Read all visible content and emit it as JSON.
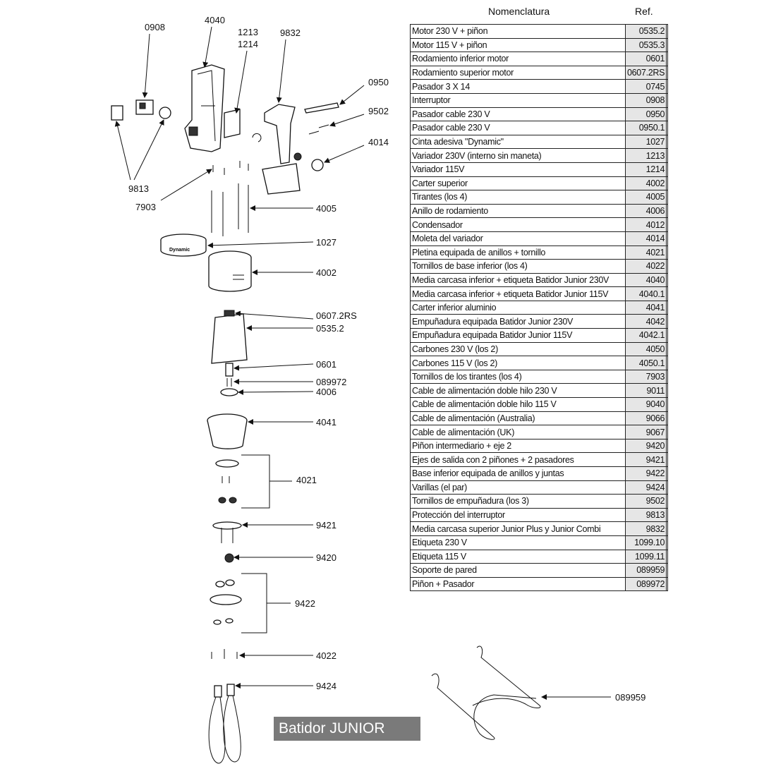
{
  "table": {
    "header_name": "Nomenclatura",
    "header_ref": "Ref.",
    "rows": [
      {
        "name": "Motor 230 V + piñon",
        "ref": "0535.2"
      },
      {
        "name": "Motor 115 V + piñon",
        "ref": "0535.3"
      },
      {
        "name": "Rodamiento inferior motor",
        "ref": "0601"
      },
      {
        "name": "Rodamiento superior motor",
        "ref": "0607.2RS"
      },
      {
        "name": "Pasador 3 X 14",
        "ref": "0745"
      },
      {
        "name": "Interruptor",
        "ref": "0908"
      },
      {
        "name": "Pasador cable 230 V",
        "ref": "0950"
      },
      {
        "name": "Pasador cable 230 V",
        "ref": "0950.1"
      },
      {
        "name": "Cinta adesiva \"Dynamic\"",
        "ref": "1027"
      },
      {
        "name": "Variador 230V (interno sin maneta)",
        "ref": "1213"
      },
      {
        "name": "Variador 115V",
        "ref": "1214"
      },
      {
        "name": "Carter superior",
        "ref": "4002"
      },
      {
        "name": "Tirantes (los 4)",
        "ref": "4005"
      },
      {
        "name": "Anillo de rodamiento",
        "ref": "4006"
      },
      {
        "name": "Condensador",
        "ref": "4012"
      },
      {
        "name": "Moleta del variador",
        "ref": "4014"
      },
      {
        "name": "Pletina equipada de anillos + tornillo",
        "ref": "4021"
      },
      {
        "name": "Tornillos de base inferior (los 4)",
        "ref": "4022"
      },
      {
        "name": "Media carcasa inferior + etiqueta   Batidor Junior 230V",
        "ref": "4040"
      },
      {
        "name": "Media carcasa inferior + etiqueta   Batidor Junior 115V",
        "ref": "4040.1"
      },
      {
        "name": "Carter inferior aluminio",
        "ref": "4041"
      },
      {
        "name": "Empuñadura equipada Batidor Junior 230V",
        "ref": "4042"
      },
      {
        "name": "Empuñadura equipada Batidor Junior 115V",
        "ref": "4042.1"
      },
      {
        "name": "Carbones 230 V (los 2)",
        "ref": "4050"
      },
      {
        "name": "Carbones 115 V (los 2)",
        "ref": "4050.1"
      },
      {
        "name": "Tornillos de los tirantes (los 4)",
        "ref": "7903"
      },
      {
        "name": "Cable de alimentación doble hilo 230 V",
        "ref": "9011"
      },
      {
        "name": "Cable de alimentación doble hilo 115 V",
        "ref": "9040"
      },
      {
        "name": "Cable de alimentación (Australia)",
        "ref": "9066"
      },
      {
        "name": "Cable de alimentación (UK)",
        "ref": "9067"
      },
      {
        "name": "Piñon intermediario + eje 2",
        "ref": "9420"
      },
      {
        "name": "Ejes de salida con 2 piñones + 2 pasadores",
        "ref": "9421"
      },
      {
        "name": "Base inferior equipada de anillos y juntas",
        "ref": "9422"
      },
      {
        "name": "Varillas (el par)",
        "ref": "9424"
      },
      {
        "name": "Tornillos de empuñadura (los 3)",
        "ref": "9502"
      },
      {
        "name": "Protección del interruptor",
        "ref": "9813"
      },
      {
        "name": "Media carcasa superior Junior Plus y Junior Combi",
        "ref": "9832"
      },
      {
        "name": "Etiqueta 230 V",
        "ref": "1099.10"
      },
      {
        "name": "Etiqueta 115 V",
        "ref": "1099.11"
      },
      {
        "name": "Soporte de pared",
        "ref": "089959"
      },
      {
        "name": "Piñon + Pasador",
        "ref": "089972"
      }
    ]
  },
  "diagram": {
    "labels": {
      "l0908": "0908",
      "l4040": "4040",
      "l1213": "1213",
      "l1214": "1214",
      "l9832": "9832",
      "l0950": "0950",
      "l9502": "9502",
      "l4014": "4014",
      "l9813": "9813",
      "l7903": "7903",
      "l4005": "4005",
      "l1027": "1027",
      "l4002": "4002",
      "l0607": "0607.2RS",
      "l0535": "0535.2",
      "l0601": "0601",
      "l089972": "089972",
      "l4006": "4006",
      "l4041": "4041",
      "l4021": "4021",
      "l9421": "9421",
      "l9420": "9420",
      "l9422": "9422",
      "l4022": "4022",
      "l9424": "9424",
      "l089959": "089959"
    },
    "band_text": "Dynamic"
  },
  "title": "Batidor JUNIOR"
}
